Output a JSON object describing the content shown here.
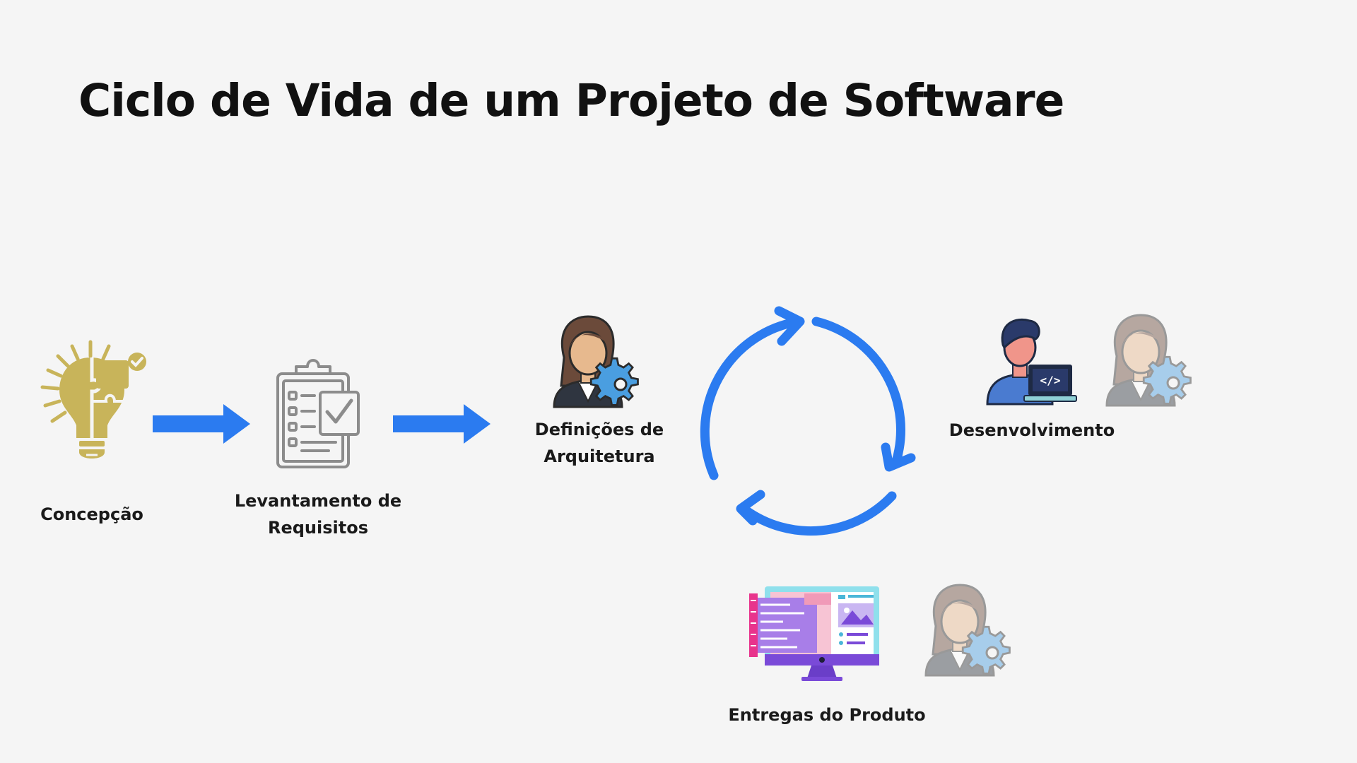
{
  "title": "Ciclo de Vida de um Projeto de Software",
  "stages": {
    "concepcao": "Concepção",
    "levantamento": "Levantamento de\nRequisitos",
    "arquitetura": "Definições de\nArquitetura",
    "desenvolvimento": "Desenvolvimento",
    "entregas": "Entregas do Produto"
  },
  "colors": {
    "arrow": "#2b7bf0",
    "bulb": "#c8b45a",
    "clipboard": "#8c8c8c",
    "background": "#f5f5f5"
  },
  "icons": {
    "concepcao": "lightbulb-puzzle-icon",
    "levantamento": "clipboard-checklist-icon",
    "arquitetura": "businesswoman-gear-icon",
    "desenvolvimento": "developer-laptop-icon",
    "entregas": "monitor-design-icon"
  }
}
